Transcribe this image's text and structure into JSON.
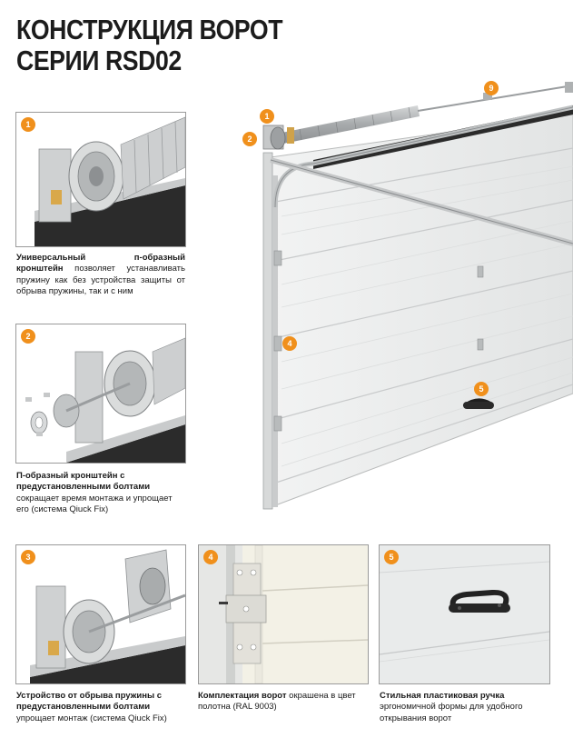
{
  "title": {
    "line1": "КОНСТРУКЦИЯ ВОРОТ",
    "line2": "СЕРИИ RSD02"
  },
  "badges": {
    "b1": "1",
    "b2": "2",
    "b3": "3",
    "b4": "4",
    "b5": "5",
    "b9": "9"
  },
  "captions": {
    "c1": {
      "bold": "Универсальный п-образный кронштейн",
      "text": " позволяет устанавливать пружину как без устройства защиты от обрыва пружины, так и с ним"
    },
    "c2": {
      "bold": "П-образный кронштейн с предустановленными болтами",
      "text": " сокращает время монтажа и упрощает его (система Qiuck Fix)"
    },
    "c3": {
      "bold": "Устройство от обрыва пружины с предустановленными болтами",
      "text": " упрощает монтаж (система Qiuck Fix)"
    },
    "c4": {
      "bold": "Комплектация ворот",
      "text": " окрашена в цвет полотна (RAL 9003)"
    },
    "c5": {
      "bold": "Стильная пластиковая ручка",
      "text": " эргономичной формы для удобного открывания ворот"
    }
  },
  "colors": {
    "accent": "#f0901c",
    "panel": "#e9ebea",
    "metal": "#b9bcbe",
    "dark": "#2a2a2a"
  }
}
